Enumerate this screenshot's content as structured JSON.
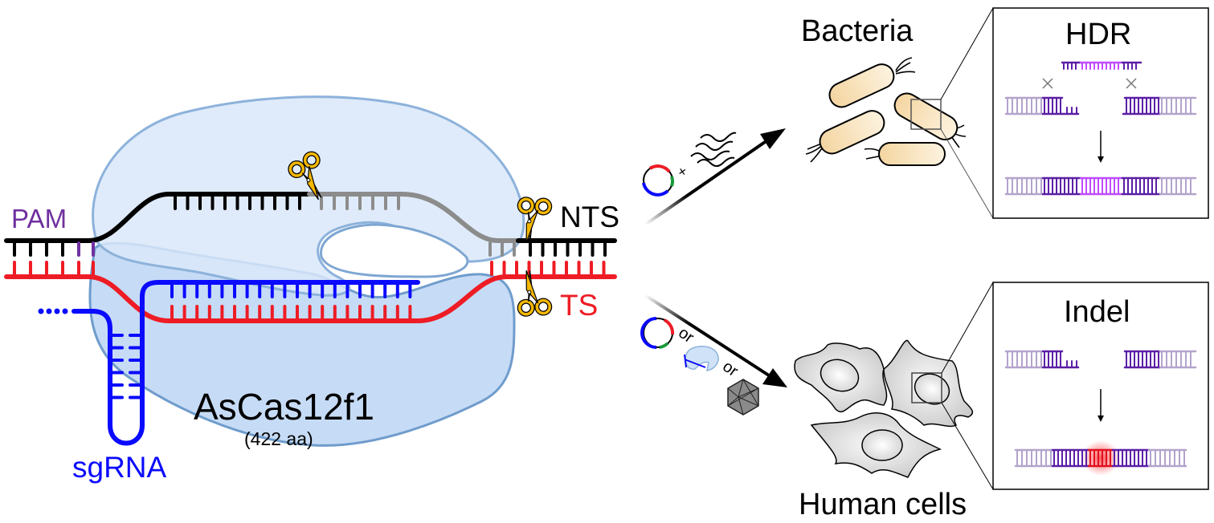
{
  "figure": {
    "labels": {
      "pam": "PAM",
      "nts": "NTS",
      "ts": "TS",
      "sgrna": "sgRNA",
      "protein_name": "AsCas12f1",
      "protein_size": "(422 aa)",
      "bacteria": "Bacteria",
      "human_cells": "Human cells",
      "hdr": "HDR",
      "indel": "Indel",
      "plus": "+",
      "or1": "or",
      "or2": "or"
    },
    "colors": {
      "pam": "#7030a0",
      "nts": "#000000",
      "nts_displaced": "#8c8c8c",
      "ts": "#ee1c25",
      "sgrna": "#0a0aff",
      "protein_fill": "#cfe2f7",
      "protein_stroke": "#7ba7d4",
      "scissors": "#f5b800",
      "bacteria_fill": "#f7dfb3",
      "cell_fill": "#dedede",
      "dna_light": "#b3a3cc",
      "dna_dark": "#5b1fa6",
      "donor_magenta": "#c04bff",
      "indel_red": "#e01020"
    }
  }
}
